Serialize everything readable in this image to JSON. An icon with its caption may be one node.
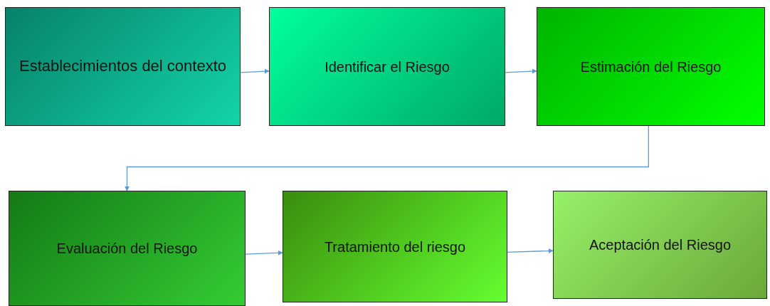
{
  "diagram": {
    "nodes": [
      {
        "text": [
          "Establecimientos del contexto"
        ]
      },
      {
        "text": [
          "Identificar el Riesgo"
        ]
      },
      {
        "text": [
          "Estimación del Riesgo"
        ]
      },
      {
        "text": [
          "Evaluación del Riesgo"
        ]
      },
      {
        "text": [
          "Tratamiento del riesgo"
        ]
      },
      {
        "text": [
          "Aceptación del Riesgo"
        ]
      }
    ],
    "edges": [
      {
        "from": 0,
        "to": 1,
        "arrow": "to"
      },
      {
        "from": 1,
        "to": 2,
        "arrow": "to"
      },
      {
        "from": 2,
        "to": 3,
        "arrow": "to"
      },
      {
        "from": 3,
        "to": 4,
        "arrow": "to"
      },
      {
        "from": 4,
        "to": 5,
        "arrow": "to"
      }
    ]
  }
}
